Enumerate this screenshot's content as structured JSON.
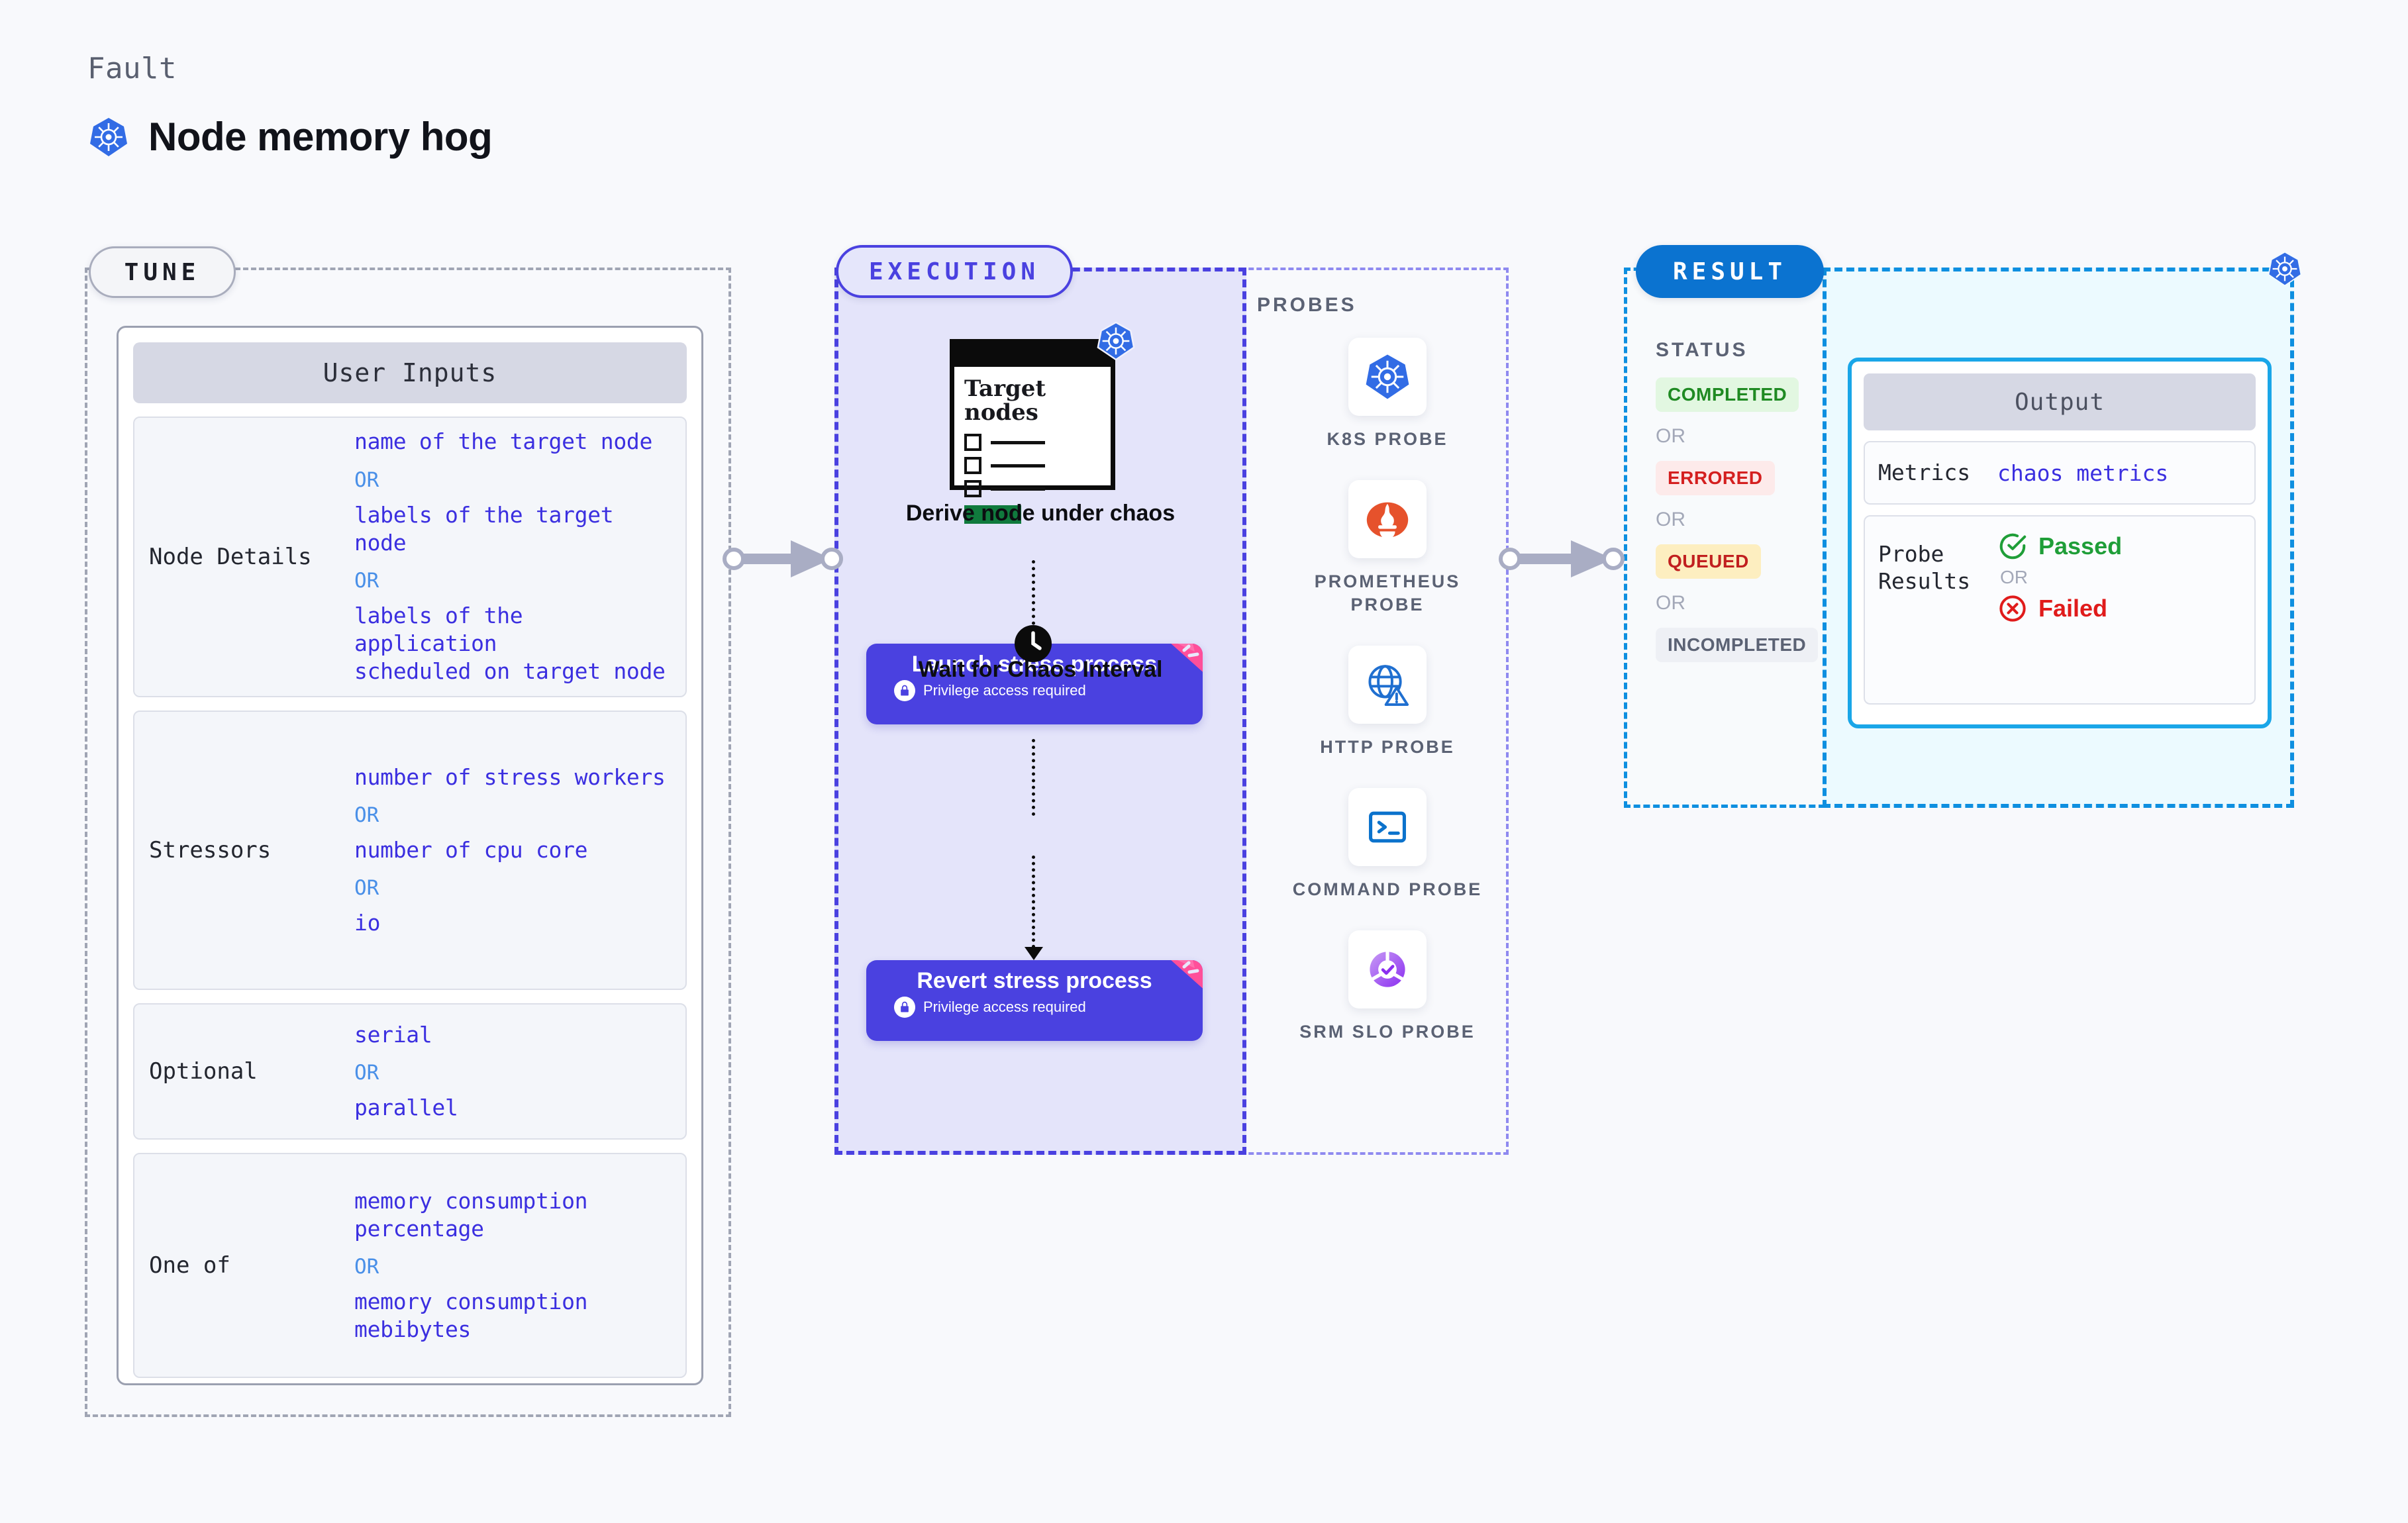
{
  "header": {
    "kicker": "Fault",
    "title": "Node memory hog",
    "icon": "kubernetes-icon"
  },
  "sections": {
    "tune_label": "TUNE",
    "execution_label": "EXECUTION",
    "result_label": "RESULT"
  },
  "tune": {
    "card_title": "User Inputs",
    "rows": [
      {
        "label": "Node Details",
        "values": [
          "name of the target node",
          "labels of the target node",
          "labels of the application\n scheduled on target node"
        ],
        "separators": [
          "OR",
          "OR"
        ]
      },
      {
        "label": "Stressors",
        "values": [
          "number of stress workers",
          "number of cpu core",
          "io"
        ],
        "separators": [
          "OR",
          "OR"
        ]
      },
      {
        "label": "Optional",
        "values": [
          "serial",
          "parallel"
        ],
        "separators": [
          "OR"
        ]
      },
      {
        "label": "One of",
        "values": [
          "memory consumption percentage",
          "memory consumption mebibytes"
        ],
        "separators": [
          "OR"
        ]
      }
    ]
  },
  "execution": {
    "node_card": {
      "title": "Target nodes",
      "icon": "kubernetes-icon"
    },
    "steps": [
      {
        "label": "Derive node under chaos",
        "kind": "derive"
      },
      {
        "label": "Launch stress process",
        "note": "Privilege access required",
        "kind": "action",
        "icon": "lock-icon"
      },
      {
        "label": "Wait for Chaos Interval",
        "kind": "wait",
        "icon": "clock-icon"
      },
      {
        "label": "Revert stress process",
        "note": "Privilege access required",
        "kind": "action",
        "icon": "lock-icon"
      }
    ]
  },
  "probes": {
    "title": "PROBES",
    "items": [
      {
        "name": "K8S PROBE",
        "icon": "kubernetes-icon"
      },
      {
        "name": "PROMETHEUS PROBE",
        "icon": "prometheus-icon"
      },
      {
        "name": "HTTP PROBE",
        "icon": "globe-warning-icon"
      },
      {
        "name": "COMMAND PROBE",
        "icon": "terminal-icon"
      },
      {
        "name": "SRM SLO PROBE",
        "icon": "slo-gauge-icon"
      }
    ]
  },
  "result": {
    "status_title": "STATUS",
    "statuses": [
      {
        "label": "COMPLETED",
        "variant": "completed"
      },
      {
        "label": "ERRORED",
        "variant": "errored"
      },
      {
        "label": "QUEUED",
        "variant": "queued"
      },
      {
        "label": "INCOMPLETED",
        "variant": "incompleted"
      }
    ],
    "separator": "OR",
    "badge_icon": "kubernetes-icon",
    "output": {
      "card_title": "Output",
      "metrics_label": "Metrics",
      "metrics_value": "chaos metrics",
      "probe_results_label": "Probe Results",
      "passed_label": "Passed",
      "failed_label": "Failed",
      "separator": "OR",
      "passed_icon": "check-circle-icon",
      "failed_icon": "x-circle-icon"
    }
  },
  "colors": {
    "accent_indigo": "#4a41e0",
    "accent_blue": "#0b73d0",
    "accent_cyan": "#1aa6e8",
    "value_text": "#3b2fe0",
    "or_text": "#4a90e8",
    "pass_green": "#1f9e38",
    "fail_red": "#e01b1b",
    "page_bg": "#f8f9fc"
  }
}
